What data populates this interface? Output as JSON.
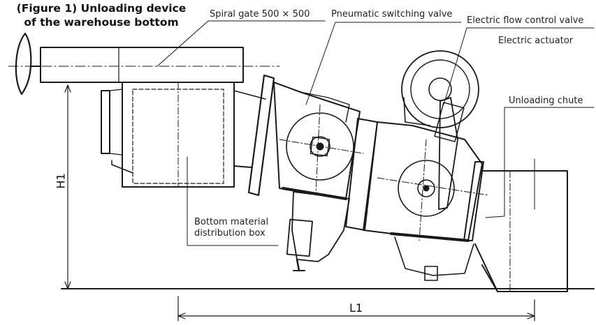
{
  "title": {
    "line1": "(Figure 1) Unloading device",
    "line2": "of the warehouse bottom"
  },
  "labels": {
    "spiral_gate": "Spiral gate 500 × 500",
    "pneumatic_valve": "Pneumatic switching valve",
    "electric_flow_valve": "Electric flow control valve",
    "electric_actuator": "Electric actuator",
    "unloading_chute": "Unloading chute",
    "distribution_box_line1": "Bottom material",
    "distribution_box_line2": "distribution box"
  },
  "dimensions": {
    "height": "H1",
    "length": "L1"
  }
}
